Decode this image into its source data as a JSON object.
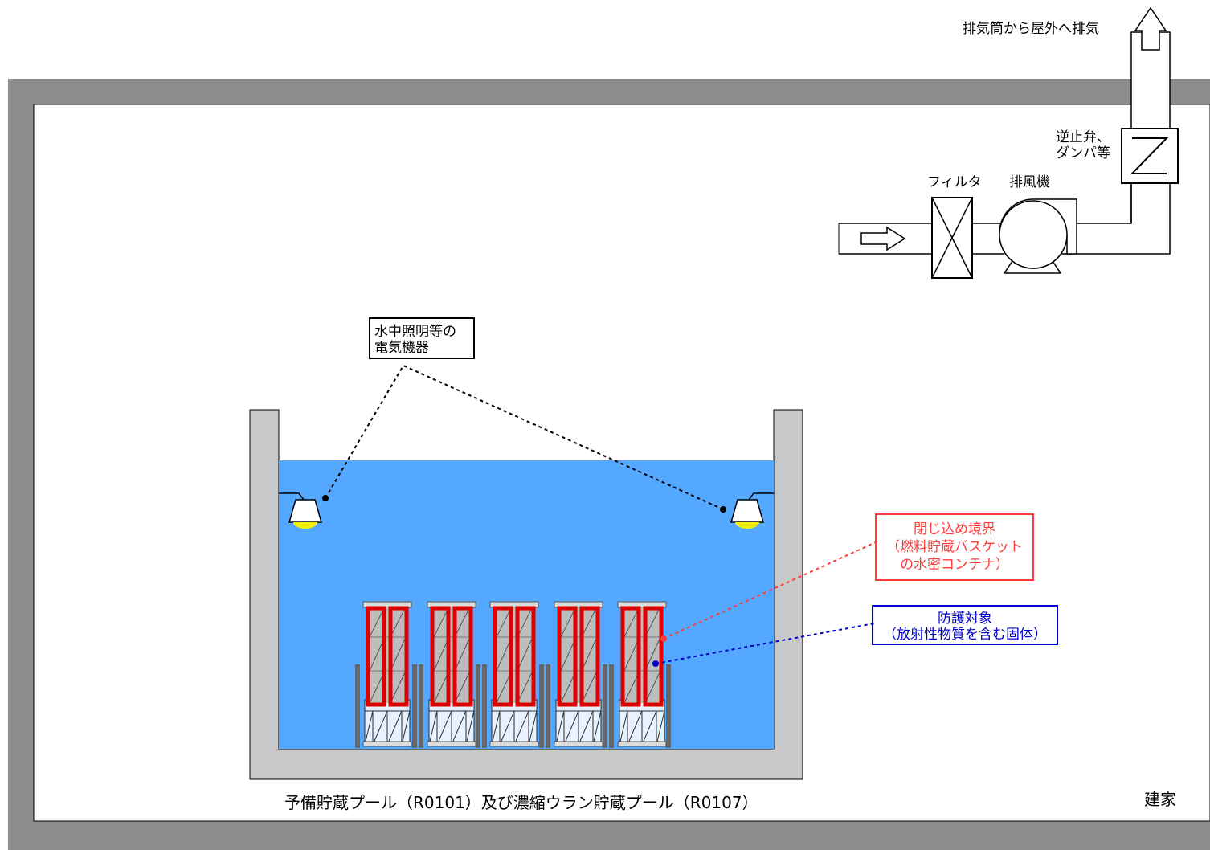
{
  "exhaust_label": "排気筒から屋外へ排気",
  "valve_label_line1": "逆止弁、",
  "valve_label_line2": "ダンパ等",
  "filter_label": "フィルタ",
  "fan_label": "排風機",
  "lighting_label_line1": "水中照明等の",
  "lighting_label_line2": "電気機器",
  "boundary_label_line1": "閉じ込め境界",
  "boundary_label_line2": "（燃料貯蔵バスケット",
  "boundary_label_line3": "の水密コンテナ）",
  "protect_label_line1": "防護対象",
  "protect_label_line2": "（放射性物質を含む固体）",
  "pool_caption": "予備貯蔵プール（R0101）及び濃縮ウラン貯蔵プール（R0107）",
  "building_label": "建家",
  "colors": {
    "wall": "#8c8c8c",
    "concrete": "#c8c8c8",
    "water": "#55a8ff",
    "boundary": "#ff3b3b",
    "container": "#dd0000",
    "protect": "#0000cc",
    "lamp_light": "#f2f200"
  },
  "icons": [
    "exhaust-arrow-icon",
    "intake-arrow-icon",
    "filter-icon",
    "fan-icon",
    "damper-icon",
    "lamp-icon"
  ]
}
